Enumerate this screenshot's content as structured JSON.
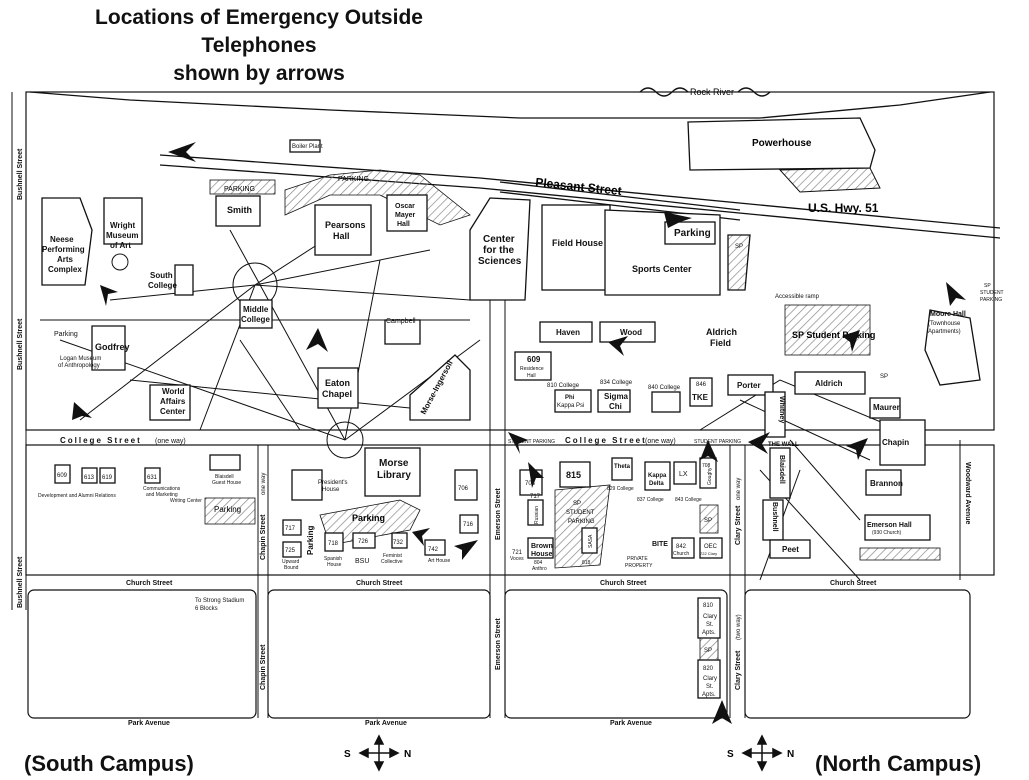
{
  "title_line1": "Locations of Emergency Outside Telephones",
  "title_line2": "shown by arrows",
  "footer": {
    "south": "(South Campus)",
    "north": "(North Campus)",
    "compass_s": "S",
    "compass_n": "N"
  },
  "colors": {
    "ink": "#111111",
    "hatch": "#888888",
    "paper": "#ffffff"
  },
  "map_labels": {
    "rock_river": "Rock River",
    "powerhouse": "Powerhouse",
    "pleasant_street": "Pleasant Street",
    "us_hwy": "U.S. Hwy. 51",
    "boiler_plant": "Boiler Plant",
    "parking": "PARKING",
    "parking_mixed": "Parking",
    "smith": "Smith",
    "pearsons": "Pearsons Hall",
    "pearsons_1": "Pearsons",
    "pearsons_2": "Hall",
    "oscar_1": "Oscar",
    "oscar_2": "Mayer",
    "oscar_3": "Hall",
    "center_1": "Center",
    "center_2": "for the",
    "center_3": "Sciences",
    "field_house": "Field House",
    "sports_center": "Sports Center",
    "sp": "SP",
    "accessible_ramp": "Accessible ramp",
    "neese_1": "Neese",
    "neese_2": "Performing",
    "neese_3": "Arts",
    "neese_4": "Complex",
    "wright_1": "Wright",
    "wright_2": "Museum",
    "wright_3": "of Art",
    "south_college_1": "South",
    "south_college_2": "College",
    "middle_college_1": "Middle",
    "middle_college_2": "College",
    "campbell": "Campbell",
    "godfrey": "Godfrey",
    "logan_1": "Logan Museum",
    "logan_2": "of Anthropology",
    "world_affairs_1": "World",
    "world_affairs_2": "Affairs",
    "world_affairs_3": "Center",
    "eaton_1": "Eaton",
    "eaton_2": "Chapel",
    "morse_ingersoll": "Morse-Ingersoll",
    "haven": "Haven",
    "wood": "Wood",
    "aldrich_field_1": "Aldrich",
    "aldrich_field_2": "Field",
    "sp_student_parking": "SP Student Parking",
    "moore_1": "Moore Hall",
    "moore_2": "(Townhouse",
    "moore_3": "Apartments)",
    "sp_student_parking_small_1": "SP",
    "sp_student_parking_small_2": "STUDENT",
    "sp_student_parking_small_3": "PARKING",
    "res_609_1": "609",
    "res_609_2": "Residence",
    "res_609_3": "Hall",
    "phi_1": "810 College",
    "phi_2": "Phi",
    "phi_3": "Kappa Psi",
    "sigma_1": "834 College",
    "sigma_2": "Sigma",
    "sigma_3": "Chi",
    "c840": "840 College",
    "tke_1": "846",
    "tke_2": "TKE",
    "porter": "Porter",
    "aldrich": "Aldrich",
    "maurer": "Maurer",
    "chapin": "Chapin",
    "whitney": "Whitney",
    "the_wall": "THE WALL",
    "brannon": "Brannon",
    "college_street": "College Street",
    "one_way": "(one way)",
    "student_parking": "STUDENT PARKING",
    "bushnell_street": "Bushnell Street",
    "woodward_avenue": "Woodward Avenue",
    "c609": "609",
    "c613": "613",
    "c619": "619",
    "c631": "631",
    "dev_alumni": "Development and Alumni Relations",
    "comm_1": "Communications",
    "comm_2": "and Marketing",
    "writing_center": "Writing Center",
    "blaisdell_guest_1": "Blaisdell",
    "blaisdell_guest_2": "Guest House",
    "presidents_1": "President's",
    "presidents_2": "House",
    "morse_library_1": "Morse",
    "morse_library_2": "Library",
    "b706": "706",
    "b716": "716",
    "b703": "703",
    "b815": "815",
    "b717": "717",
    "b725": "725",
    "upward_1": "Upward",
    "upward_2": "Bound",
    "b718": "718",
    "spanish_1": "Spanish",
    "spanish_2": "House",
    "b726": "726",
    "bsu": "BSU",
    "b732": "732",
    "feminist_1": "Feminist",
    "feminist_2": "Collective",
    "b742": "742",
    "art_house": "Art House",
    "chapin_street": "Chapin Street",
    "emerson_street": "Emerson Street",
    "clary_street": "Clary Street",
    "one_way_plain": "one way",
    "two_way": "(two way)",
    "russian_1": "Russian",
    "russian_2": "House",
    "b721": "721",
    "voces": "Voces",
    "brown_1": "Brown",
    "brown_2": "House",
    "b804": "804",
    "anthro": "Anthro",
    "sasa": "SASA",
    "house": "House",
    "b818": "818",
    "theta": "Theta",
    "c829": "829 College",
    "kappa_1": "Kappa",
    "kappa_2": "Delta",
    "c837": "837 College",
    "lx": "LX",
    "c843": "843 College",
    "b708": "708",
    "goughy_1": "Goughy",
    "goughy_2": "Haus",
    "bite": "BITE",
    "private_property_1": "PRIVATE",
    "private_property_2": "PROPERTY",
    "b842": "842",
    "church": "Church",
    "oec": "OEC",
    "clary_722": "722 Clary",
    "blaisdell": "Blaisdell",
    "bushnell": "Bushnell",
    "peet": "Peet",
    "emerson_hall_1": "Emerson Hall",
    "emerson_hall_2": "(930 Church)",
    "church_street": "Church Street",
    "strong_1": "To Strong Stadium",
    "strong_2": "6 Blocks",
    "park_avenue": "Park Avenue",
    "b810": "810",
    "b820": "820",
    "clary_st_1": "Clary",
    "clary_st_2": "St.",
    "apts": "Apts.",
    "student_parking_lower_1": "STUDENT",
    "student_parking_lower_2": "PARKING"
  }
}
